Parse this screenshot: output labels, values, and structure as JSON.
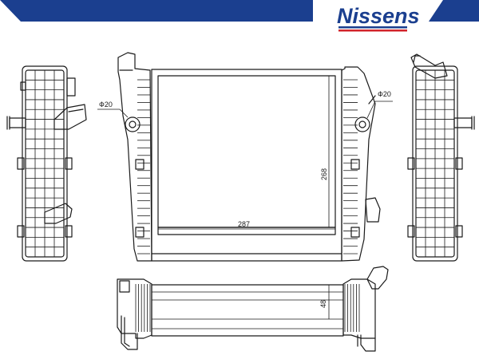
{
  "brand": {
    "name": "Nissens",
    "color_blue": "#1b3f8f",
    "color_red": "#d2232a"
  },
  "dimensions": {
    "core_width": "287",
    "core_height": "268",
    "depth": "48",
    "left_port_diameter": "Ф20",
    "right_port_diameter": "Ф20"
  },
  "colors": {
    "line": "#1a1a1a",
    "banner": "#1b3f8f"
  }
}
